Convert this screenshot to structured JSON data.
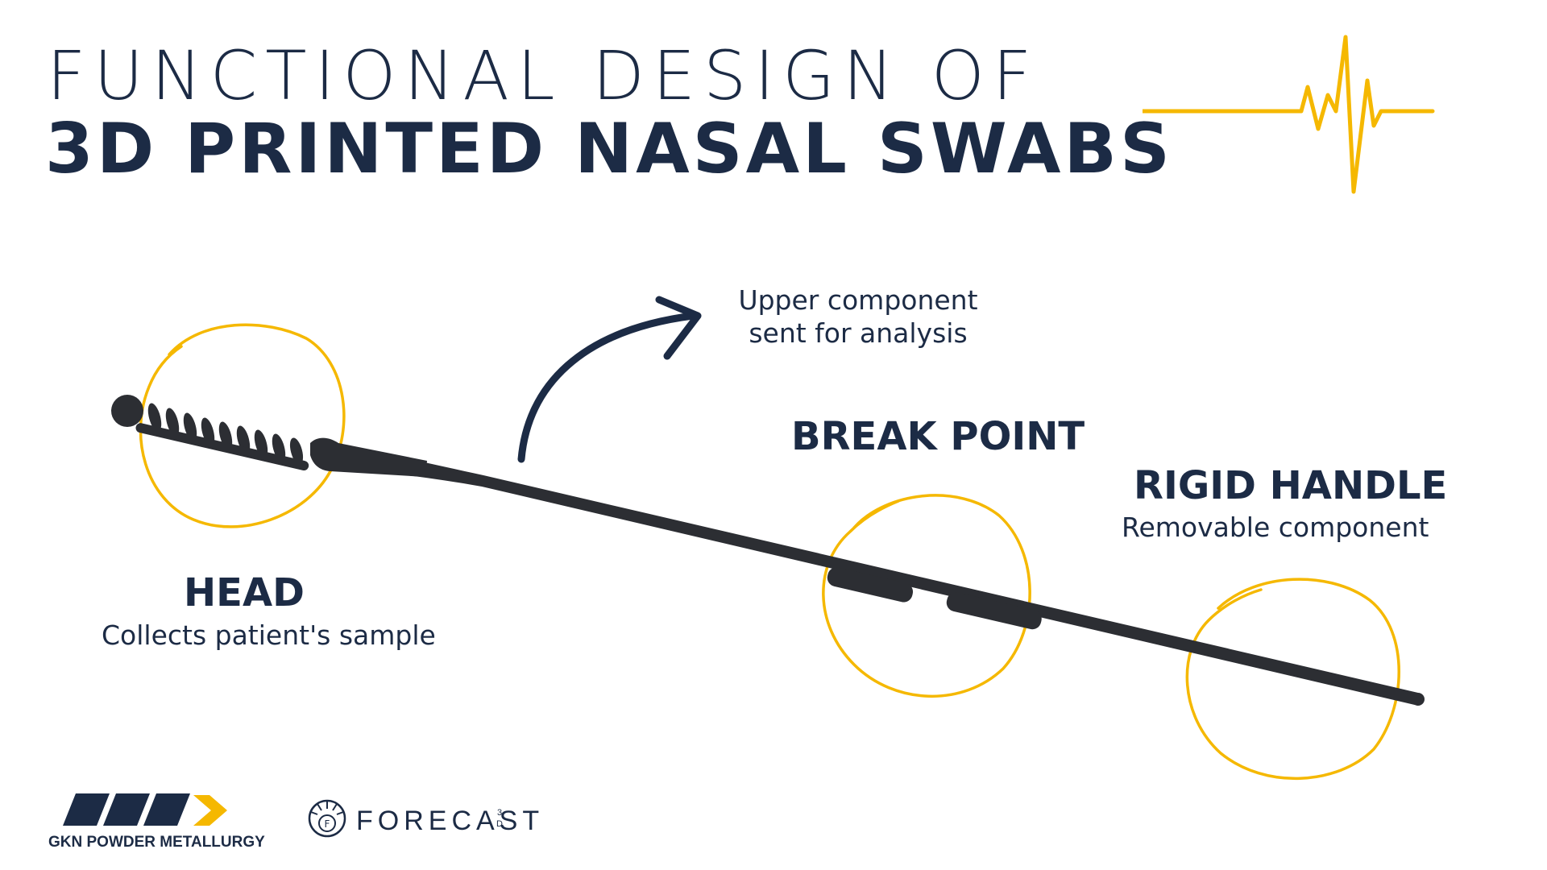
{
  "title": {
    "line1": "FUNCTIONAL DESIGN OF",
    "line2": "3D PRINTED NASAL SWABS"
  },
  "labels": {
    "upper_component": "Upper component sent for analysis",
    "head_title": "HEAD",
    "head_sub": "Collects patient's sample",
    "break_title": "BREAK POINT",
    "handle_title": "RIGID HANDLE",
    "handle_sub": "Removable component"
  },
  "logos": {
    "gkn": "GKN POWDER METALLURGY",
    "forecast": "FORECAST",
    "forecast_suffix": "3D"
  },
  "colors": {
    "navy": "#1c2b45",
    "accent_yellow": "#f5b800",
    "swab": "#2c2e33"
  }
}
